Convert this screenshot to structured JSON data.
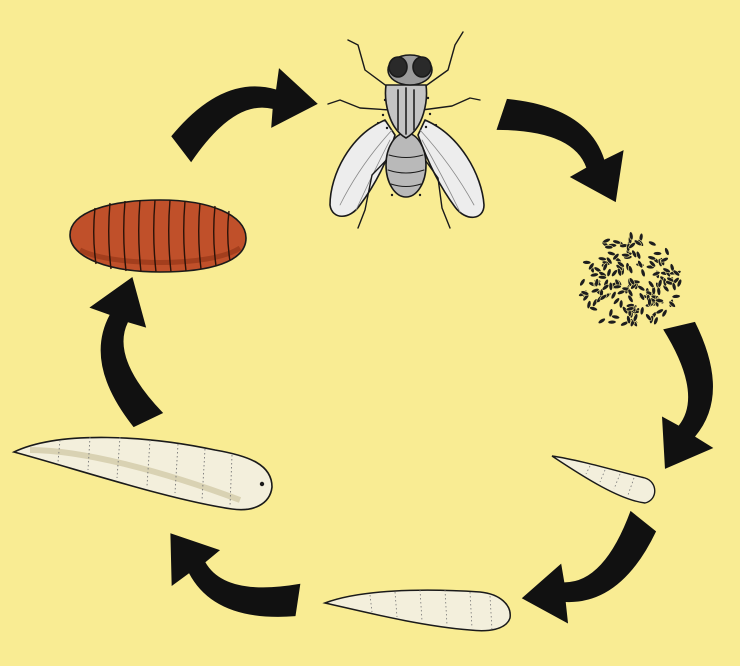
{
  "colors": {
    "background": "#f9ec93",
    "arrow": "#111111",
    "outline": "#1a1a1a",
    "fly_body": "#b9b9b9",
    "fly_wing": "#ededed",
    "egg": "#1e1e1e",
    "larva": "#f3efdc",
    "larva_shade": "#d9d2b3",
    "pupa": "#c0502a",
    "pupa_shade": "#8a2f12"
  },
  "stages": [
    {
      "key": "adult",
      "icon": "housefly-icon"
    },
    {
      "key": "eggs",
      "icon": "egg-cluster-icon"
    },
    {
      "key": "larva_small",
      "icon": "small-larva-icon"
    },
    {
      "key": "larva_medium",
      "icon": "medium-larva-icon"
    },
    {
      "key": "larva_large",
      "icon": "large-larva-icon"
    },
    {
      "key": "pupa",
      "icon": "pupa-icon"
    }
  ],
  "cycle_arrows": 6
}
